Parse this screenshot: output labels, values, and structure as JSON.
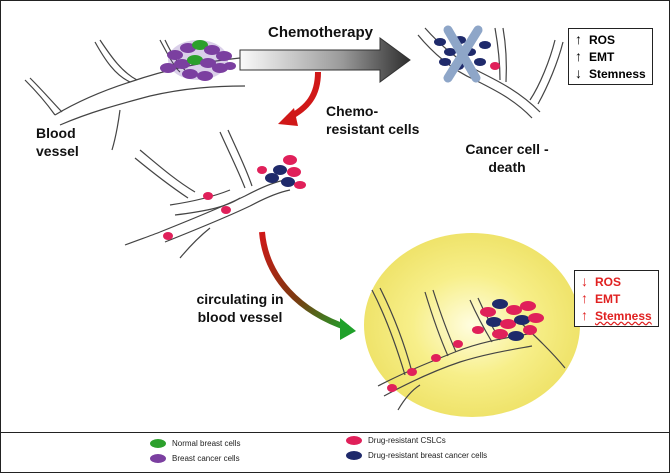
{
  "labels": {
    "chemotherapy": "Chemotherapy",
    "chemo_resistant_line1": "Chemo-",
    "chemo_resistant_line2": "resistant cells",
    "blood_vessel_line1": "Blood",
    "blood_vessel_line2": "vessel",
    "cancer_death_line1": "Cancer cell -",
    "cancer_death_line2": "death",
    "circulating_line1": "circulating in",
    "circulating_line2": "blood vessel"
  },
  "box_top": {
    "ros": "ROS",
    "emt": "EMT",
    "stemness": "Stemness"
  },
  "box_bottom": {
    "ros": "ROS",
    "emt": "EMT",
    "stemness": "Stemness"
  },
  "legend": {
    "normal": "Normal breast  cells",
    "cancer": "Breast cancer cells",
    "cslc": "Drug-resistant CSLCs",
    "resistant": "Drug-resistant breast cancer cells"
  },
  "colors": {
    "normal": "#2ca02c",
    "cancer": "#7b3fa0",
    "cslc": "#e0205a",
    "resistant": "#1f2a6b",
    "highlight": "#f5ee70",
    "arrow_red": "#e02020"
  }
}
